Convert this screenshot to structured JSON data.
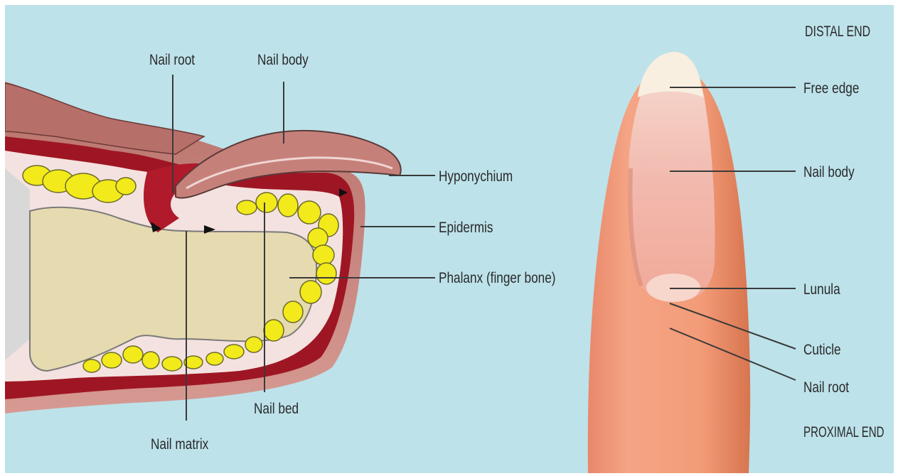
{
  "cross_section_labels": {
    "nail_root": "Nail root",
    "nail_body": "Nail body",
    "hyponychium": "Hyponychium",
    "epidermis": "Epidermis",
    "phalanx": "Phalanx (finger bone)",
    "nail_bed": "Nail bed",
    "nail_matrix": "Nail matrix"
  },
  "finger_labels": {
    "distal_end": "DISTAL END",
    "free_edge": "Free edge",
    "nail_body": "Nail body",
    "lunula": "Lunula",
    "cuticle": "Cuticle",
    "nail_root": "Nail root",
    "proximal_end": "PROXIMAL END"
  },
  "colors": {
    "background": "#bde2ea",
    "skin_outer": "#c98a82",
    "dermis_red": "#9e1624",
    "fat_yellow": "#f2ea1a",
    "bone": "#e6dab0",
    "finger": "#f09a78",
    "nail_pink": "#f3b9ae"
  }
}
